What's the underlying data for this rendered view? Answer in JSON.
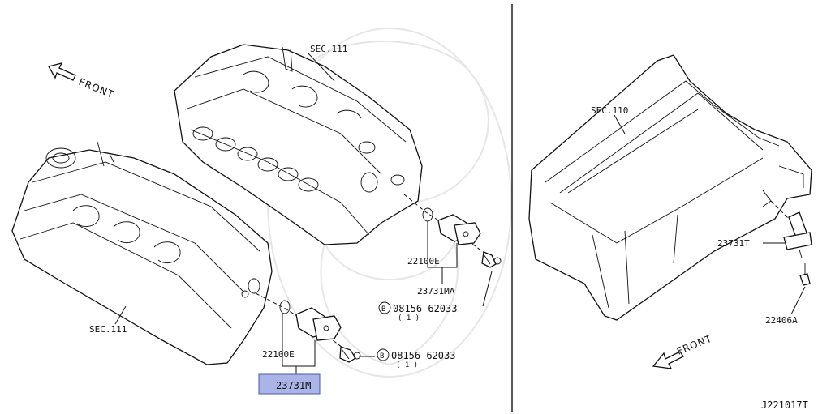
{
  "labels": {
    "front_left": "FRONT",
    "front_right": "FRONT",
    "sec111_upper": "SEC.111",
    "sec111_lower": "SEC.111",
    "sec110": "SEC.110",
    "oring_upper": "22100E",
    "sensor_upper": "23731MA",
    "bolt_upper": "08156-62033",
    "bolt_upper_qty": "( 1 )",
    "oring_lower": "22100E",
    "sensor_lower": "23731M",
    "bolt_lower": "08156-62033",
    "bolt_lower_qty": "( 1 )",
    "crank_sensor": "23731T",
    "crank_bolt": "22406A",
    "bolt_symbol": "B",
    "diagram_code": "J221017T"
  },
  "colors": {
    "highlight_fill": "#aab4e6",
    "highlight_border": "#4a5aa8",
    "line": "#111111"
  }
}
